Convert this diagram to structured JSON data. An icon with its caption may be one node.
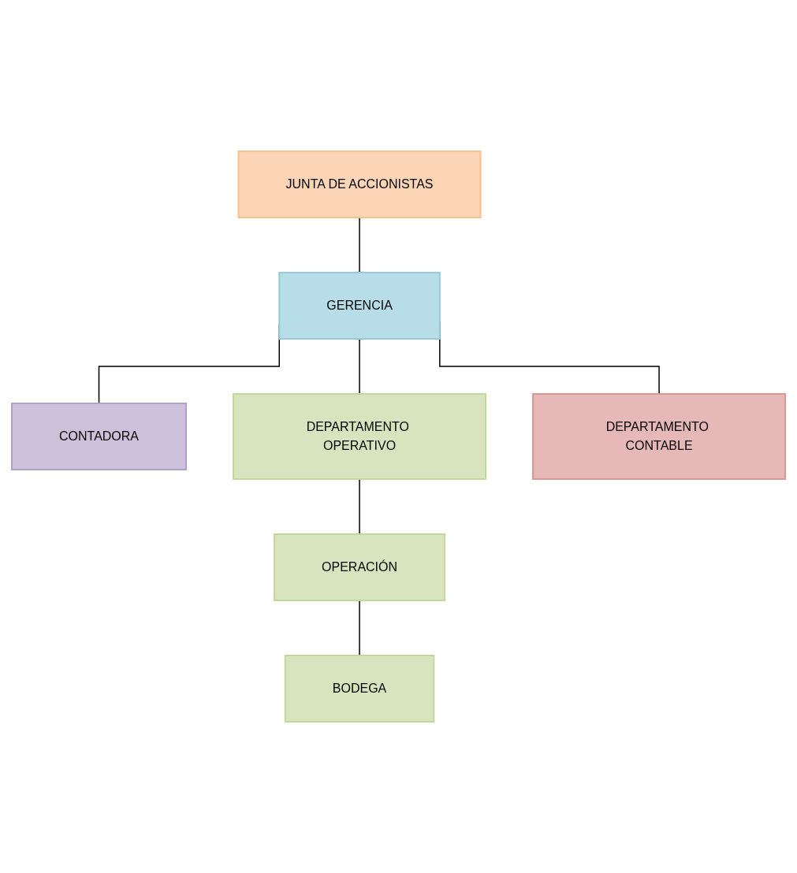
{
  "diagram": {
    "nodes": [
      {
        "text": [
          "JUNTA DE ACCIONISTAS"
        ]
      },
      {
        "text": [
          "GERENCIA"
        ]
      },
      {
        "text": [
          "CONTADORA"
        ]
      },
      {
        "text": [
          "DEPARTAMENTO OPERATIVO"
        ]
      },
      {
        "text": [
          "DEPARTAMENTO CONTABLE"
        ]
      },
      {
        "text": [
          "OPERACIÓN"
        ]
      },
      {
        "text": [
          "BODEGA"
        ]
      }
    ],
    "edges": [
      {
        "from": 0,
        "to": 1,
        "arrow": "none"
      },
      {
        "from": 1,
        "to": 2,
        "arrow": "none"
      },
      {
        "from": 1,
        "to": 3,
        "arrow": "none"
      },
      {
        "from": 1,
        "to": 4,
        "arrow": "none"
      },
      {
        "from": 3,
        "to": 5,
        "arrow": "none"
      },
      {
        "from": 5,
        "to": 6,
        "arrow": "none"
      }
    ]
  }
}
